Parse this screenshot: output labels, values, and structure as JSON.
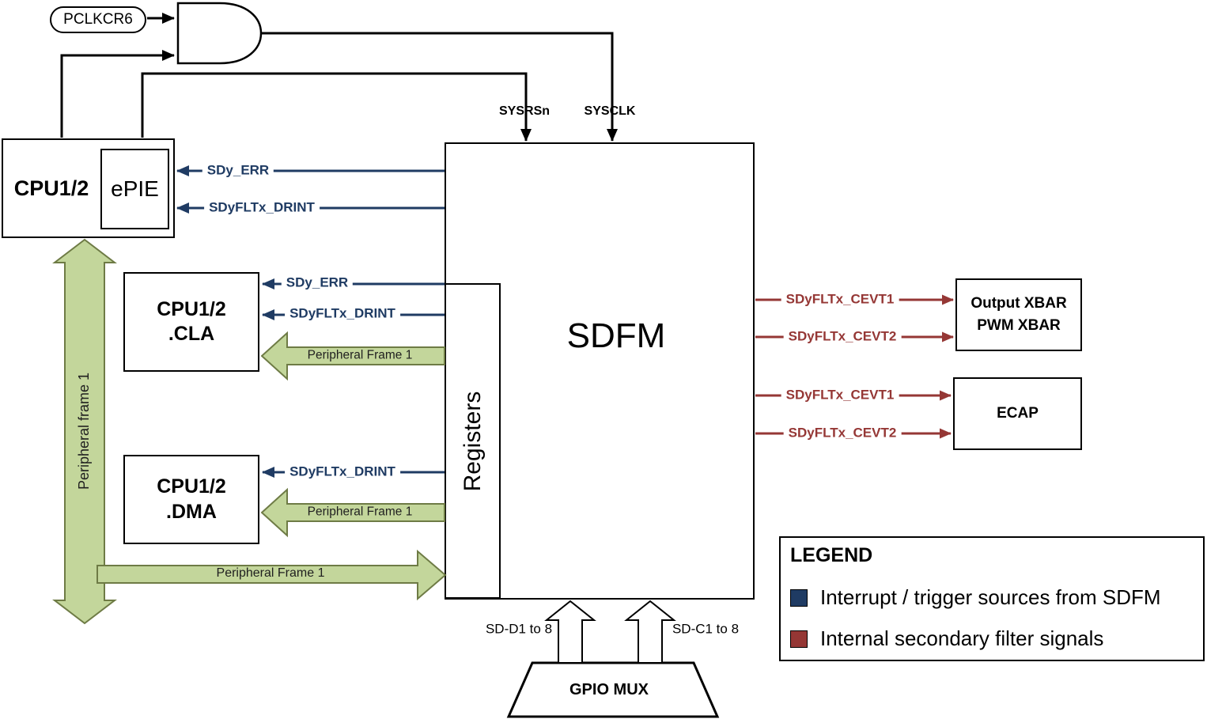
{
  "colors": {
    "interrupt_blue": "#1f3b63",
    "filter_red": "#953735",
    "frame_green_fill": "#c3d69b",
    "frame_green_stroke": "#6e7b45",
    "wire_black": "#000000"
  },
  "nodes": {
    "pclkcr6": "PCLKCR6",
    "cpu": "CPU1/2",
    "epie": "ePIE",
    "cla_line1": "CPU1/2",
    "cla_line2": ".CLA",
    "dma_line1": "CPU1/2",
    "dma_line2": ".DMA",
    "sdfm": "SDFM",
    "registers": "Registers",
    "xbar_line1": "Output XBAR",
    "xbar_line2": "PWM XBAR",
    "ecap": "ECAP",
    "gpio_mux": "GPIO MUX"
  },
  "signals": {
    "sysrsn": "SYSRSn",
    "sysclk": "SYSCLK",
    "sdy_err": "SDy_ERR",
    "sdyfltx_drint": "SDyFLTx_DRINT",
    "sdyfltx_cevt1": "SDyFLTx_CEVT1",
    "sdyfltx_cevt2": "SDyFLTx_CEVT2",
    "sd_d": "SD-D1 to 8",
    "sd_c": "SD-C1 to 8",
    "frame_vertical": "Peripheral frame 1",
    "frame_horizontal": "Peripheral Frame 1"
  },
  "legend": {
    "title": "LEGEND",
    "items": [
      {
        "label": "Interrupt / trigger sources from SDFM",
        "color": "#1f3b63"
      },
      {
        "label": "Internal secondary filter signals",
        "color": "#953735"
      }
    ]
  }
}
